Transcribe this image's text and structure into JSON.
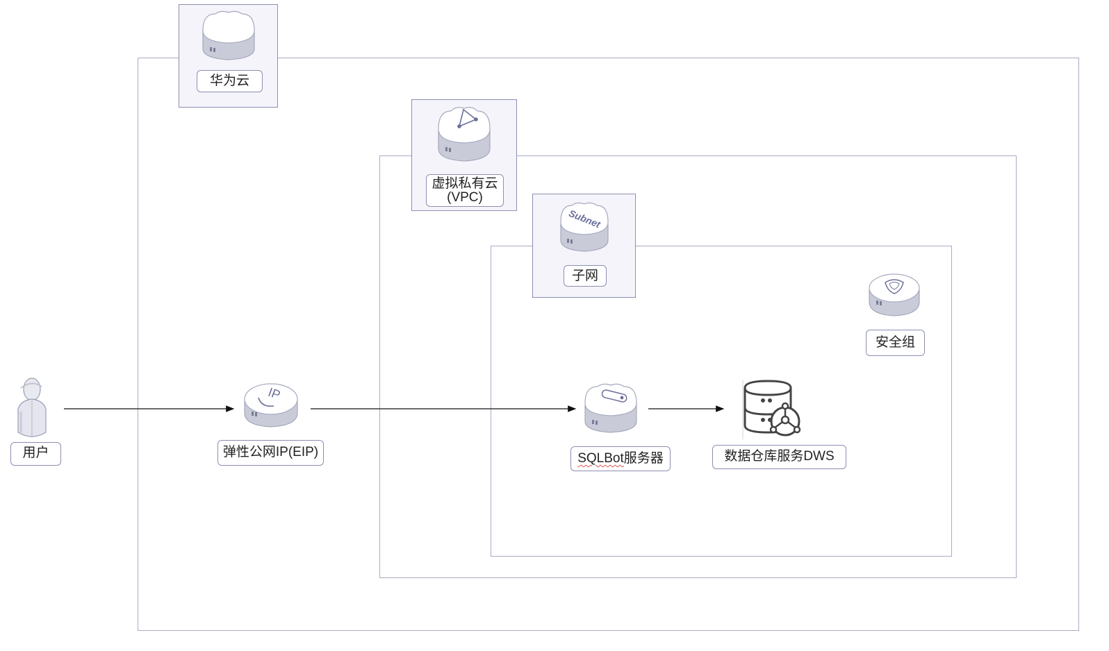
{
  "containers": {
    "huawei_cloud": {
      "label": "华为云"
    },
    "vpc": {
      "label_line1": "虚拟私有云",
      "label_line2": "(VPC)"
    },
    "subnet": {
      "label": "子网",
      "icon_text": "Subnet"
    }
  },
  "nodes": {
    "user": {
      "label": "用户",
      "icon": "user-icon"
    },
    "eip": {
      "label": "弹性公网IP(EIP)",
      "icon": "eip-icon",
      "icon_text": "IP"
    },
    "sqlbot": {
      "label_main": "SQLBot",
      "label_suffix": "服务器",
      "icon": "server-cloud-icon"
    },
    "dws": {
      "label": "数据仓库服务DWS",
      "icon": "database-icon"
    },
    "security_group": {
      "label": "安全组",
      "icon": "shield-icon"
    }
  },
  "edges": [
    {
      "from": "user",
      "to": "eip"
    },
    {
      "from": "eip",
      "to": "sqlbot"
    },
    {
      "from": "sqlbot",
      "to": "dws"
    }
  ],
  "colors": {
    "border": "#a9abc4",
    "badge_fill": "#f4f4fa",
    "icon_top": "#ffffff",
    "icon_side": "#c9ccd8",
    "accent": "#6b6f9a",
    "arrow": "#111111"
  }
}
